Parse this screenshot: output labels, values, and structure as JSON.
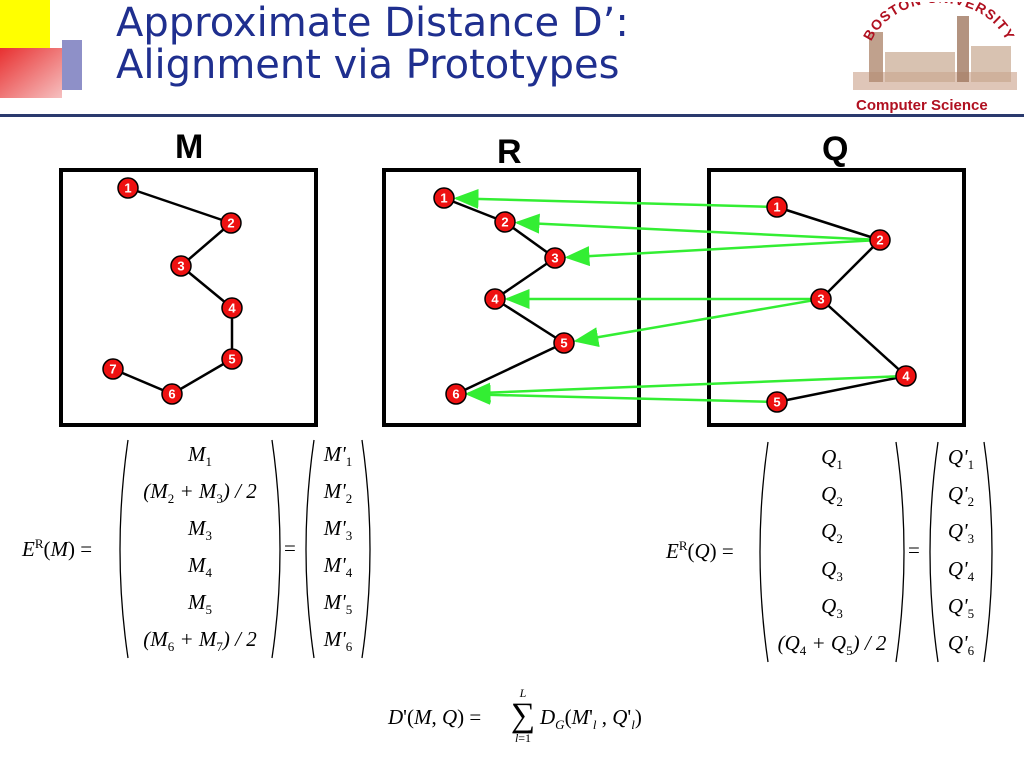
{
  "title": {
    "line1": "Approximate Distance D’:",
    "line2": "Alignment via Prototypes"
  },
  "logo": {
    "arc_text": "BOSTON UNIVERSITY",
    "caption": "Computer Science",
    "color": "#b01020"
  },
  "colors": {
    "title": "#1f2f8f",
    "node_fill": "#ee1111",
    "node_edge": "#000000",
    "alignment_arrow": "#33ee33",
    "deco_yellow": "#ffff00",
    "deco_red": "#e83030",
    "deco_blue": "#8e90c8"
  },
  "panels": [
    {
      "id": "M",
      "label": "M",
      "nodes": [
        "1",
        "2",
        "3",
        "4",
        "5",
        "6",
        "7"
      ]
    },
    {
      "id": "R",
      "label": "R",
      "nodes": [
        "1",
        "2",
        "3",
        "4",
        "5",
        "6"
      ]
    },
    {
      "id": "Q",
      "label": "Q",
      "nodes": [
        "1",
        "2",
        "3",
        "4",
        "5"
      ]
    }
  ],
  "alignments": [
    {
      "from": "Q1",
      "to": "R1"
    },
    {
      "from": "Q2",
      "to": "R2"
    },
    {
      "from": "Q2",
      "to": "R3"
    },
    {
      "from": "Q3",
      "to": "R4"
    },
    {
      "from": "Q3",
      "to": "R5"
    },
    {
      "from": "Q4",
      "to": "R6"
    },
    {
      "from": "Q5",
      "to": "R6"
    }
  ],
  "equations": {
    "left": {
      "lhs": "E^R(M) =",
      "vector": [
        "M1",
        "(M2 + M3)/2",
        "M3",
        "M4",
        "M5",
        "(M6 + M7)/2"
      ],
      "result": [
        "M'1",
        "M'2",
        "M'3",
        "M'4",
        "M'5",
        "M'6"
      ]
    },
    "right": {
      "lhs": "E^R(Q) =",
      "vector": [
        "Q1",
        "Q2",
        "Q2",
        "Q3",
        "Q3",
        "(Q4 + Q5)/2"
      ],
      "result": [
        "Q'1",
        "Q'2",
        "Q'3",
        "Q'4",
        "Q'5",
        "Q'6"
      ]
    },
    "distance": "D'(M, Q) = Σ_{l=1}^{L} D_G(M'_l, Q'_l)"
  }
}
